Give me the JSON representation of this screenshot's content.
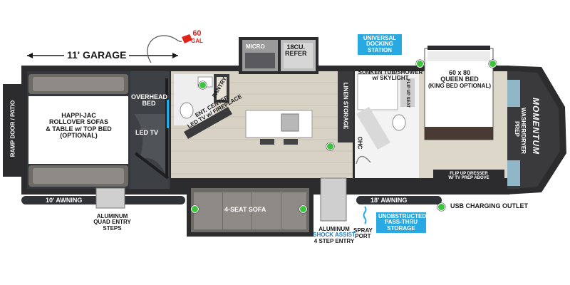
{
  "colors": {
    "wall": "#2c2c2e",
    "floor_wood": "#d8d2c5",
    "garage_floor": "#2f3236",
    "awning": "#2f3236",
    "usb_green": "#3cc43c",
    "callout_blue": "#29a9e1",
    "fuel_red": "#e2231a",
    "sofa_gray": "#8e8a86"
  },
  "dimensions": {
    "garage_length": "11' GARAGE"
  },
  "fuel": {
    "label": "60",
    "unit": "GAL"
  },
  "rooms": {
    "patio": "RAMP DOOR / PATIO",
    "sofas_line1": "HAPPI-JAC",
    "sofas_line2": "ROLLOVER SOFAS",
    "sofas_line3": "& TABLE w/ TOP BED",
    "sofas_line4": "(OPTIONAL)",
    "overhead_line1": "OVERHEAD",
    "overhead_line2": "BED",
    "led_tv": "LED TV",
    "pantry": "PANTRY",
    "ent_line1": "ENT. CENTER",
    "ent_line2": "LED TV w/ FIREPLACE",
    "micro": "MICRO",
    "refer_line1": "18CU.",
    "refer_line2": "REFER",
    "linen": "LINEN STORAGE",
    "tub_line1": "SUNKEN TUB/SHOWER",
    "tub_line2": "w/ SKYLIGHT",
    "flip_seat": "FLIP UP SEAT",
    "bed_line1": "60 x 80",
    "bed_line2": "QUEEN BED",
    "bed_line3": "(KING BED OPTIONAL)",
    "washer_line1": "WASHER/DRYER",
    "washer_line2": "PREP",
    "dresser_line1": "FLIP UP DRESSER",
    "dresser_line2": "W/ TV PREP ABOVE",
    "ohc": "OHC",
    "sofa4": "4-SEAT SOFA",
    "brand": "MOMENTUM"
  },
  "awnings": {
    "left": "10' AWNING",
    "right": "18' AWNING"
  },
  "callouts": {
    "docking_line1": "UNIVERSAL",
    "docking_line2": "DOCKING",
    "docking_line3": "STATION",
    "pass_line1": "UNOBSTRUCTED",
    "pass_line2": "PASS-THRU",
    "pass_line3": "STORAGE"
  },
  "outside_labels": {
    "quad_line1": "ALUMINUM",
    "quad_line2": "QUAD ENTRY",
    "quad_line3": "STEPS",
    "shock_line1": "ALUMINUM",
    "shock_line2": "SHOCK ASSIST",
    "shock_line3": "4 STEP ENTRY",
    "spray_line1": "SPRAY",
    "spray_line2": "PORT"
  },
  "legend": {
    "usb": "USB CHARGING OUTLET"
  },
  "icons": [
    "fuel-pump-icon",
    "usb-dot-icon",
    "sink-icon",
    "toilet-icon",
    "spray-port-icon"
  ]
}
